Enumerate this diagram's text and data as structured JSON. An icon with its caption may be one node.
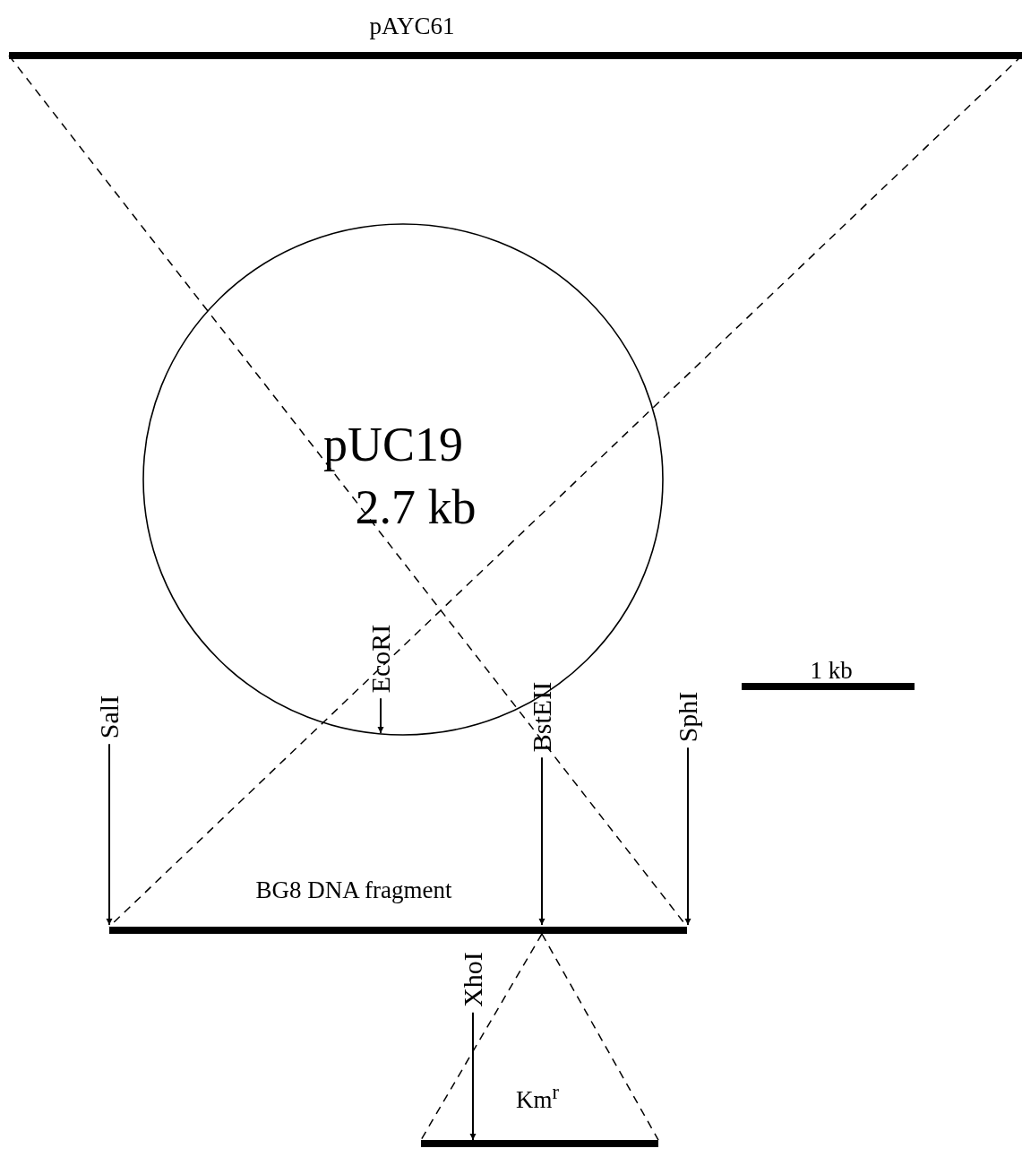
{
  "diagram": {
    "nodes": [
      {
        "text": [
          "pAYC61"
        ]
      },
      {
        "text": [
          "pUC19",
          "2.7 kb"
        ]
      },
      {
        "text": [
          "EcoRI"
        ],
        "in": 1
      },
      {
        "text": [
          "SalI"
        ]
      },
      {
        "text": [
          "BstEII"
        ]
      },
      {
        "text": [
          "SphI"
        ]
      },
      {
        "text": [
          "BG8 DNA fragment"
        ]
      },
      {
        "text": [
          "XhoI"
        ]
      },
      {
        "text": [
          "Km$^{r}$"
        ]
      }
    ],
    "edges": [
      {
        "from": 0,
        "to": 6,
        "arrow": "none",
        "style": "dashed"
      },
      {
        "from": 0,
        "to": 6,
        "arrow": "none",
        "style": "dashed"
      },
      {
        "from": 2,
        "to": 1,
        "arrow": "to"
      },
      {
        "from": 3,
        "to": 6,
        "arrow": "to"
      },
      {
        "from": 4,
        "to": 6,
        "arrow": "to"
      },
      {
        "from": 5,
        "to": 6,
        "arrow": "to"
      },
      {
        "from": 6,
        "to": 8,
        "arrow": "none",
        "style": "dashed"
      },
      {
        "from": 6,
        "to": 8,
        "arrow": "none",
        "style": "dashed"
      },
      {
        "from": 7,
        "to": 8,
        "arrow": "to"
      }
    ],
    "labels": [
      "1 kb"
    ]
  }
}
